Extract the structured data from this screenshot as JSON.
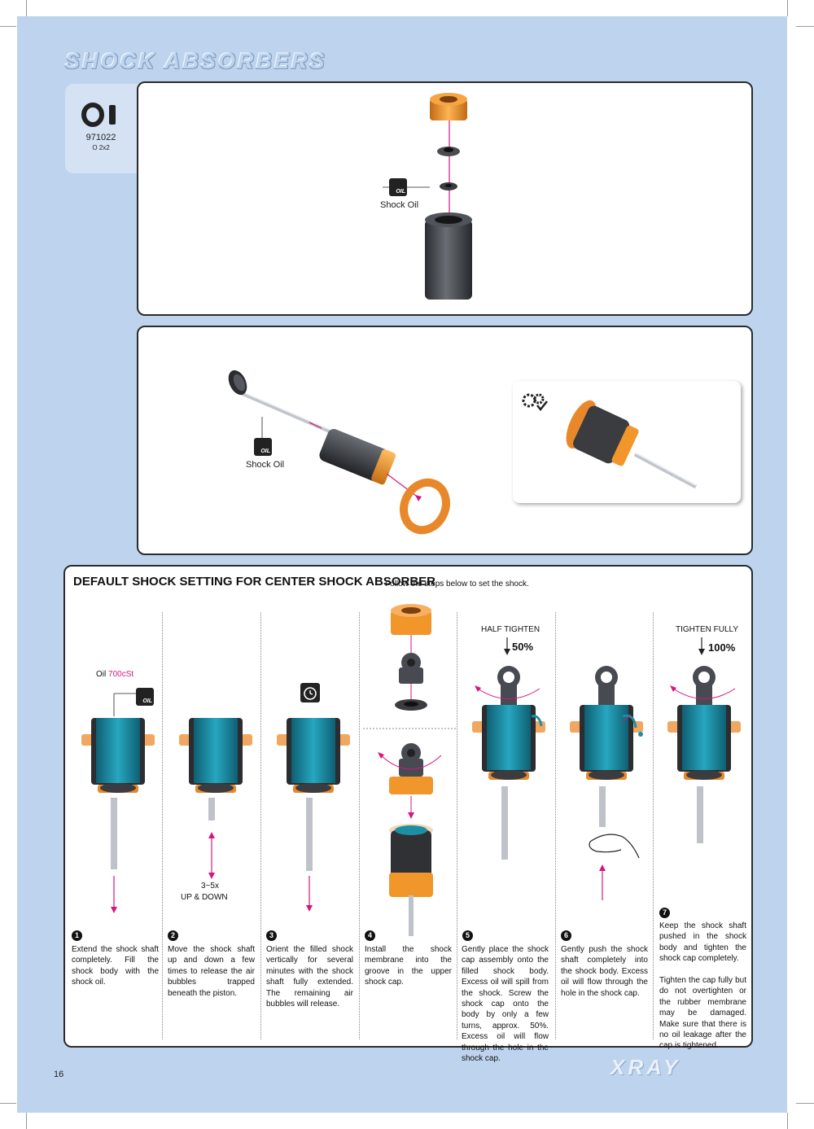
{
  "header": {
    "title": "SHOCK ABSORBERS"
  },
  "part": {
    "number": "971022",
    "desc": "O 2x2"
  },
  "box1": {
    "oil_label": "Shock Oil",
    "oil_icon": "OIL"
  },
  "box2": {
    "oil_label": "Shock Oil",
    "oil_icon": "OIL"
  },
  "setting": {
    "title": "DEFAULT SHOCK SETTING FOR CENTER SHOCK ABSORBER",
    "subtitle": "Follow the steps below to set the shock.",
    "oil_prefix": "Oil",
    "oil_value": "700cSt",
    "oil_icon": "OIL",
    "updown_count": "3~5x",
    "updown_label": "UP & DOWN",
    "half_label": "HALF TIGHTEN",
    "half_pct": "50%",
    "full_label": "TIGHTEN FULLY",
    "full_pct": "100%",
    "steps": [
      {
        "n": "1",
        "text": "Extend the shock shaft completely. Fill the shock body with the shock oil."
      },
      {
        "n": "2",
        "text": "Move the shock shaft up and down a few times to release the air bubbles trapped beneath the piston."
      },
      {
        "n": "3",
        "text": "Orient the filled shock vertically for several minutes with the shock shaft fully extended. The remaining air bubbles will release."
      },
      {
        "n": "4",
        "text": "Install the shock membrane into the groove in the upper shock cap."
      },
      {
        "n": "5",
        "text": "Gently place the shock cap assembly onto the filled shock body. Excess oil will spill from the shock. Screw the shock cap onto the body by only a few turns, approx. 50%. Excess oil will flow through the hole in the shock cap."
      },
      {
        "n": "6",
        "text": "Gently push the shock shaft completely into the shock body. Excess oil will flow through the hole in the shock cap."
      },
      {
        "n": "7",
        "text": "Keep the shock shaft pushed in the shock body and tighten the shock cap completely.\n\nTighten the cap fully but do not overtighten or the rubber membrane may be damaged. Make sure that there is no oil leakage after the cap is tightened."
      }
    ]
  },
  "footer": {
    "page": "16",
    "brand": "XRAY"
  },
  "colors": {
    "panel": "#bed4ee",
    "orange": "#f0962a",
    "oil": "#1d8fa5",
    "arrow": "#d4167f"
  }
}
